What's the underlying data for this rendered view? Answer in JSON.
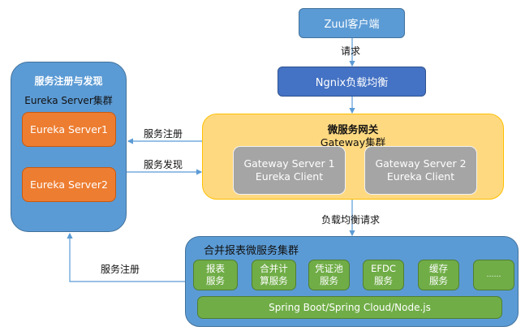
{
  "eureka_cluster": {
    "title": "服务注册与发现",
    "subtitle": "Eureka Server集群",
    "servers": [
      {
        "label": "Eureka Server1"
      },
      {
        "label": "Eureka Server2"
      }
    ]
  },
  "zuul_client": {
    "label": "Zuul客户端"
  },
  "nginx": {
    "label": "Ngnix负载均衡"
  },
  "gateway": {
    "title": "微服务网关",
    "subtitle": "Gateway集群",
    "servers": [
      {
        "line1": "Gateway Server 1",
        "line2": "Eureka Client"
      },
      {
        "line1": "Gateway Server 2",
        "line2": "Eureka Client"
      }
    ]
  },
  "microservice_cluster": {
    "title": "合并报表微服务集群",
    "services": [
      {
        "line1": "报表",
        "line2": "服务"
      },
      {
        "line1": "合并计",
        "line2": "算服务"
      },
      {
        "line1": "凭证池",
        "line2": "服务"
      },
      {
        "line1": "EFDC",
        "line2": "服务"
      },
      {
        "line1": "缓存",
        "line2": "服务"
      },
      {
        "line1": "……",
        "line2": ""
      }
    ],
    "platform": "Spring Boot/Spring Cloud/Node.js"
  },
  "edges": {
    "request": "请求",
    "service_register": "服务注册",
    "service_discovery": "服务发现",
    "load_balance_request": "负载均衡请求",
    "service_register_bottom": "服务注册"
  },
  "colors": {
    "blue": "#5b9bd5",
    "dark_blue": "#4472c4",
    "orange": "#ed7d31",
    "yellow": "#ffd980",
    "gray": "#a5a5a5",
    "green": "#70ad47",
    "connector": "#5b9bd5"
  }
}
